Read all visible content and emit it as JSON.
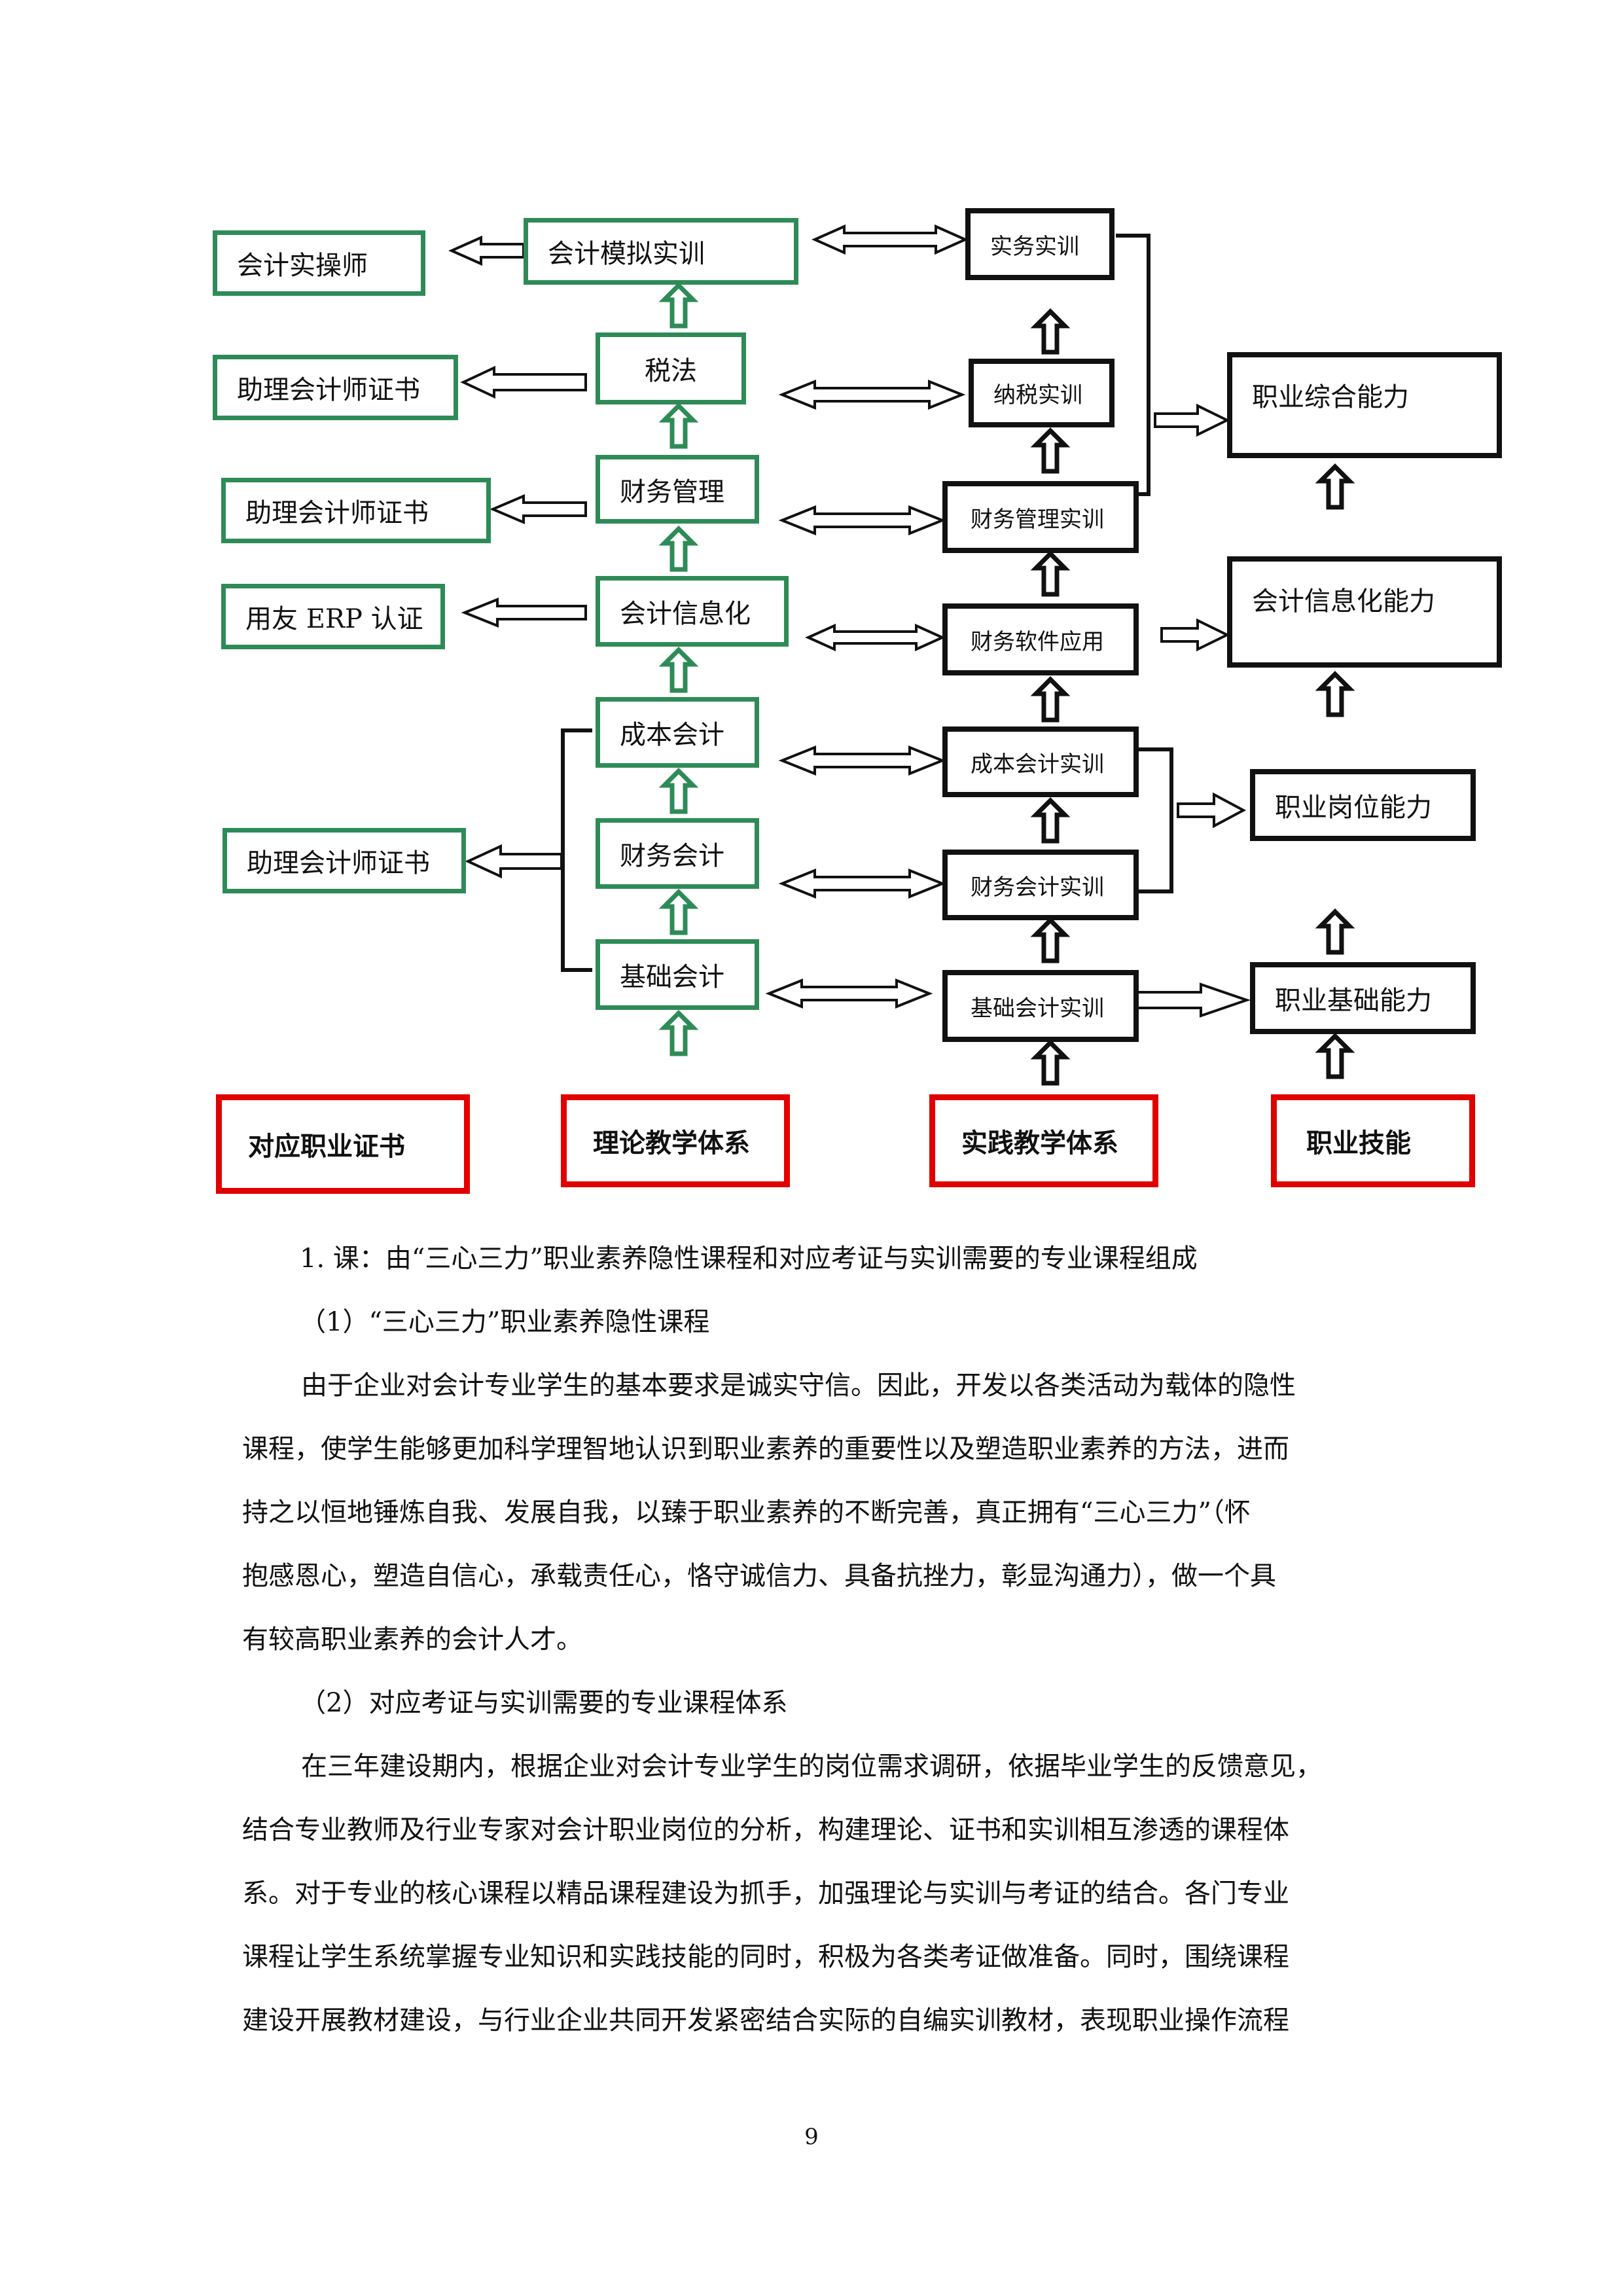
{
  "diagram": {
    "certificates": {
      "kuaiji_shicaoshi": "会计实操师",
      "zhuli_1": "助理会计师证书",
      "zhuli_2": "助理会计师证书",
      "yongyou_erp": "用友 ERP 认证",
      "zhuli_3": "助理会计师证书"
    },
    "theory_courses": {
      "moni_shixun": "会计模拟实训",
      "shuifa": "税法",
      "caiwu_guanli": "财务管理",
      "xinxihua": "会计信息化",
      "chengben": "成本会计",
      "caiwu_kuaiji": "财务会计",
      "jichu": "基础会计"
    },
    "practice_courses": {
      "shiwu": "实务实训",
      "nashui": "纳税实训",
      "caiwu_guanli": "财务管理实训",
      "ruanjian": "财务软件应用",
      "chengben": "成本会计实训",
      "caiwu_kuaiji": "财务会计实训",
      "jichu": "基础会计实训"
    },
    "abilities": {
      "zonghe": "职业综合能力",
      "xinxihua": "会计信息化能力",
      "gangwei": "职业岗位能力",
      "jichu": "职业基础能力"
    },
    "categories": {
      "cert": "对应职业证书",
      "theory": "理论教学体系",
      "practice": "实践教学体系",
      "skill": "职业技能"
    },
    "colors": {
      "green": "#2e8b57",
      "black": "#111111",
      "red": "#e00000"
    }
  },
  "body": {
    "heading1": "1. 课：由“三心三力”职业素养隐性课程和对应考证与实训需要的专业课程组成",
    "heading2": "（1）“三心三力”职业素养隐性课程",
    "para1": [
      "由于企业对会计专业学生的基本要求是诚实守信。因此，开发以各类活动为载体的隐性",
      "课程，使学生能够更加科学理智地认识到职业素养的重要性以及塑造职业素养的方法，进而",
      "持之以恒地锤炼自我、发展自我，以臻于职业素养的不断完善，真正拥有“三心三力”（怀",
      "抱感恩心，塑造自信心，承载责任心，恪守诚信力、具备抗挫力，彰显沟通力），做一个具",
      "有较高职业素养的会计人才。"
    ],
    "heading3": "（2）对应考证与实训需要的专业课程体系",
    "para2": [
      "在三年建设期内，根据企业对会计专业学生的岗位需求调研，依据毕业学生的反馈意见，",
      "结合专业教师及行业专家对会计职业岗位的分析，构建理论、证书和实训相互渗透的课程体",
      "系。对于专业的核心课程以精品课程建设为抓手，加强理论与实训与考证的结合。各门专业",
      "课程让学生系统掌握专业知识和实践技能的同时，积极为各类考证做准备。同时，围绕课程",
      "建设开展教材建设，与行业企业共同开发紧密结合实际的自编实训教材，表现职业操作流程"
    ]
  },
  "page_number": "9"
}
